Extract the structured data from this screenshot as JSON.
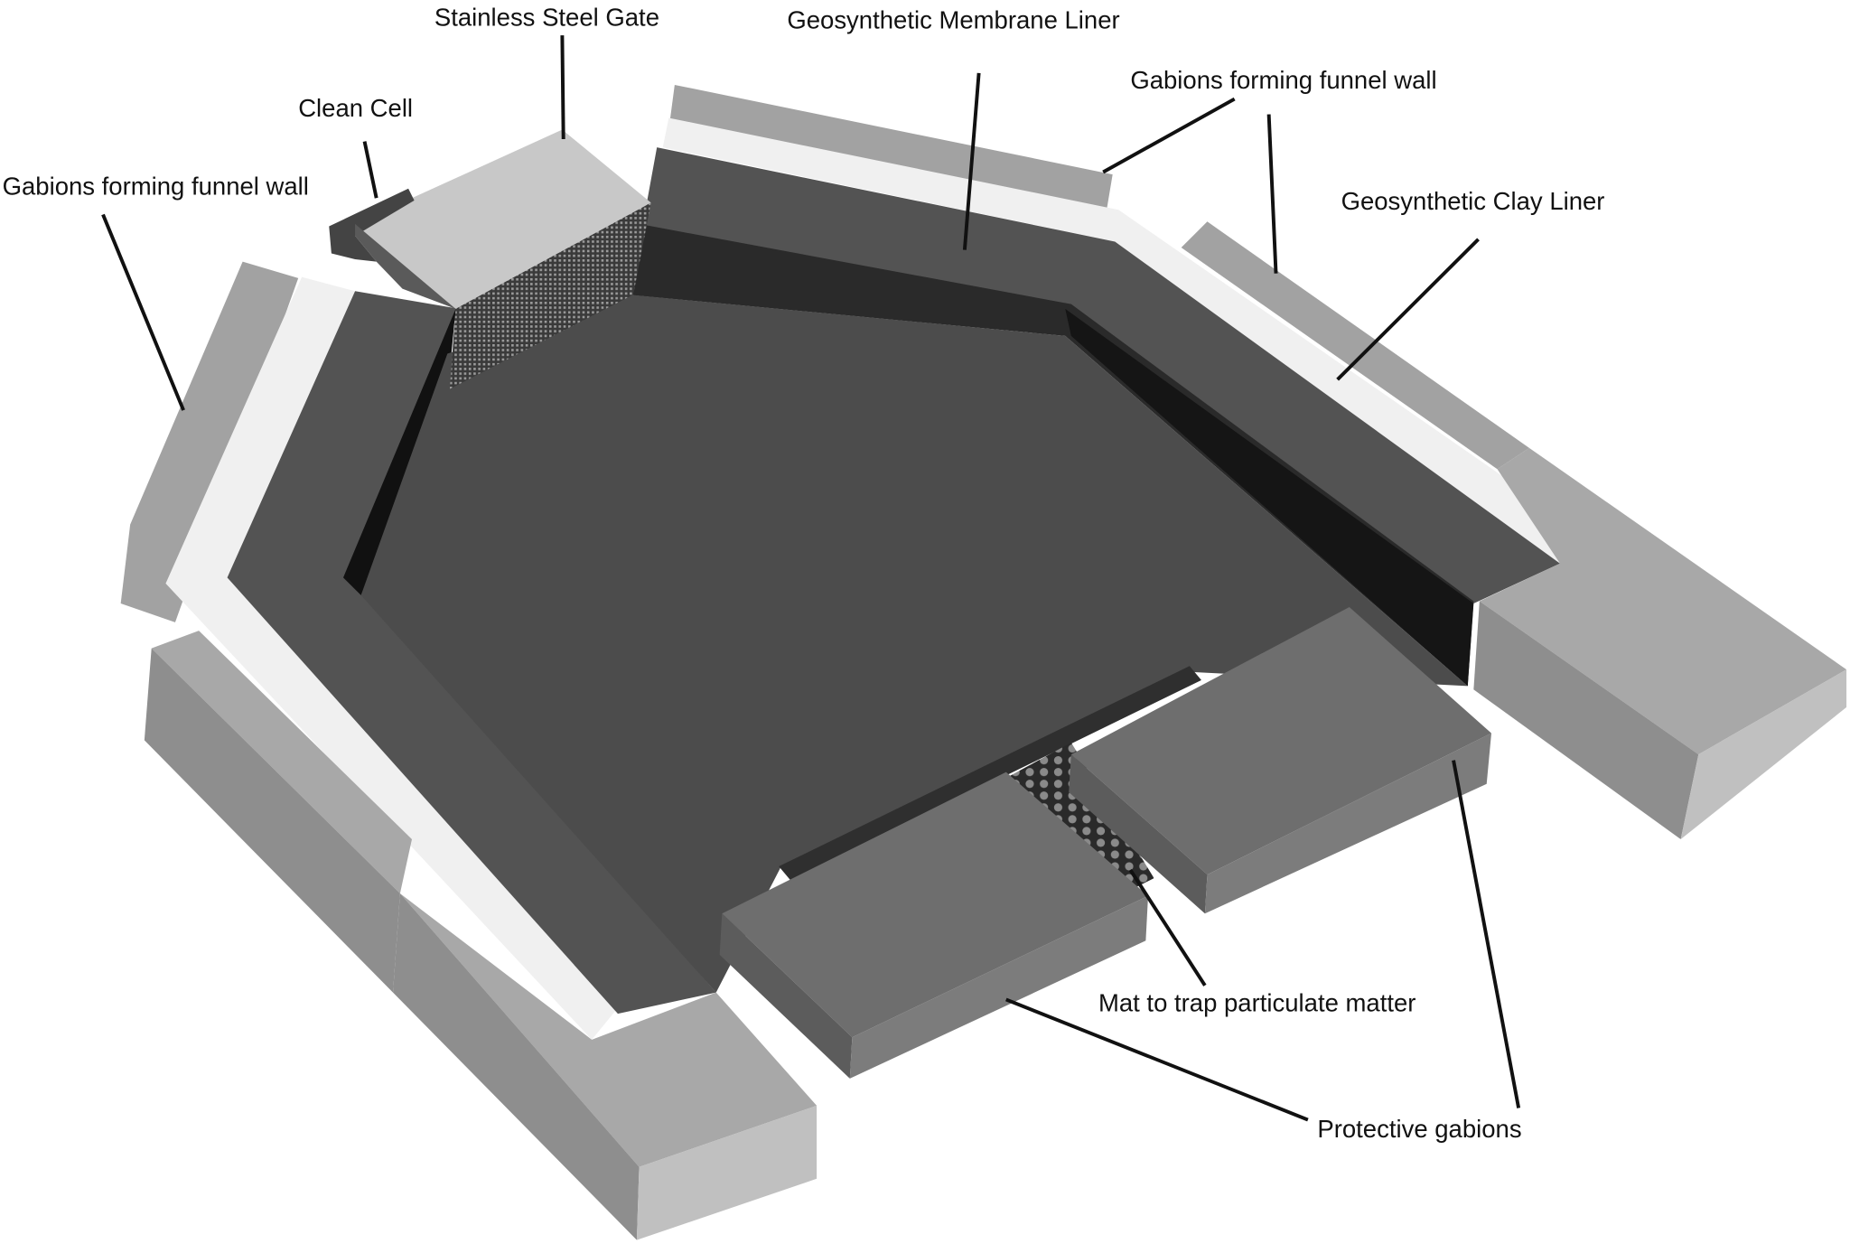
{
  "labels": {
    "stainless_steel_gate": "Stainless Steel Gate",
    "geosynthetic_membrane_liner": "Geosynthetic Membrane Liner",
    "clean_cell": "Clean Cell",
    "gabions_funnel_wall_left": "Gabions forming funnel wall",
    "gabions_funnel_wall_right": "Gabions forming funnel wall",
    "geosynthetic_clay_liner": "Geosynthetic Clay Liner",
    "mat": "Mat to trap particulate matter",
    "protective_gabions": "Protective gabions"
  },
  "colors": {
    "gabion": "#a2a2a2",
    "clay_liner": "#f0f0f0",
    "membrane": "#535353",
    "inner_wall": "#222222",
    "floor": "#4c4c4c",
    "gate": "#c8c8c8"
  }
}
